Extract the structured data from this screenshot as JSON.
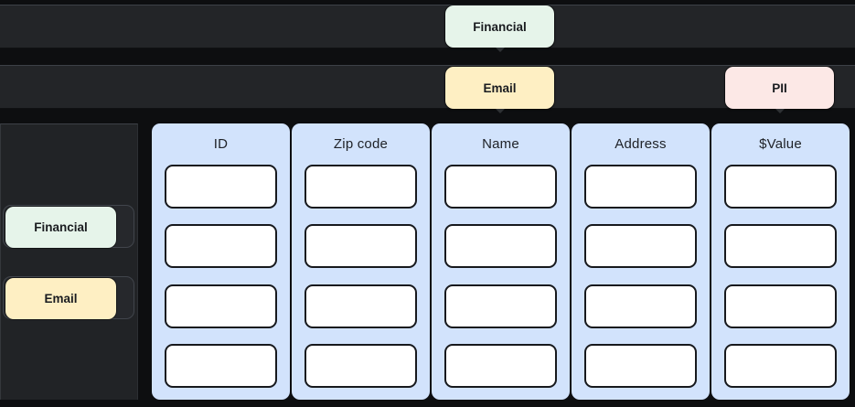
{
  "palette": {
    "background": "#0d0e10",
    "lane": "#232528",
    "lane_highlight": "#3d4147",
    "side_lane": "#212326",
    "slot": "#26282c",
    "slot_border": "#41454c",
    "column": "#d2e3fc",
    "cell": "#ffffff",
    "cell_border": "#17191d",
    "header_text": "#202329",
    "tag_text": "#1a1c20",
    "tail": "#2e3134",
    "financial": "#e6f4ea",
    "email": "#feefc3",
    "pii": "#fce8e6"
  },
  "top_lanes": {
    "lane1": {
      "tags": [
        {
          "label": "Financial",
          "type": "financial"
        }
      ]
    },
    "lane2": {
      "tags": [
        {
          "label": "Email",
          "type": "email"
        },
        {
          "label": "PII",
          "type": "pii"
        }
      ]
    }
  },
  "side_lane": {
    "tags": [
      {
        "label": "Financial",
        "type": "financial"
      },
      {
        "label": "Email",
        "type": "email"
      }
    ]
  },
  "table": {
    "columns": [
      {
        "header": "ID"
      },
      {
        "header": "Zip code"
      },
      {
        "header": "Name"
      },
      {
        "header": "Address"
      },
      {
        "header": "$Value"
      }
    ],
    "rows_per_column": 4,
    "column_lefts": [
      166,
      319,
      472,
      625,
      778
    ]
  }
}
